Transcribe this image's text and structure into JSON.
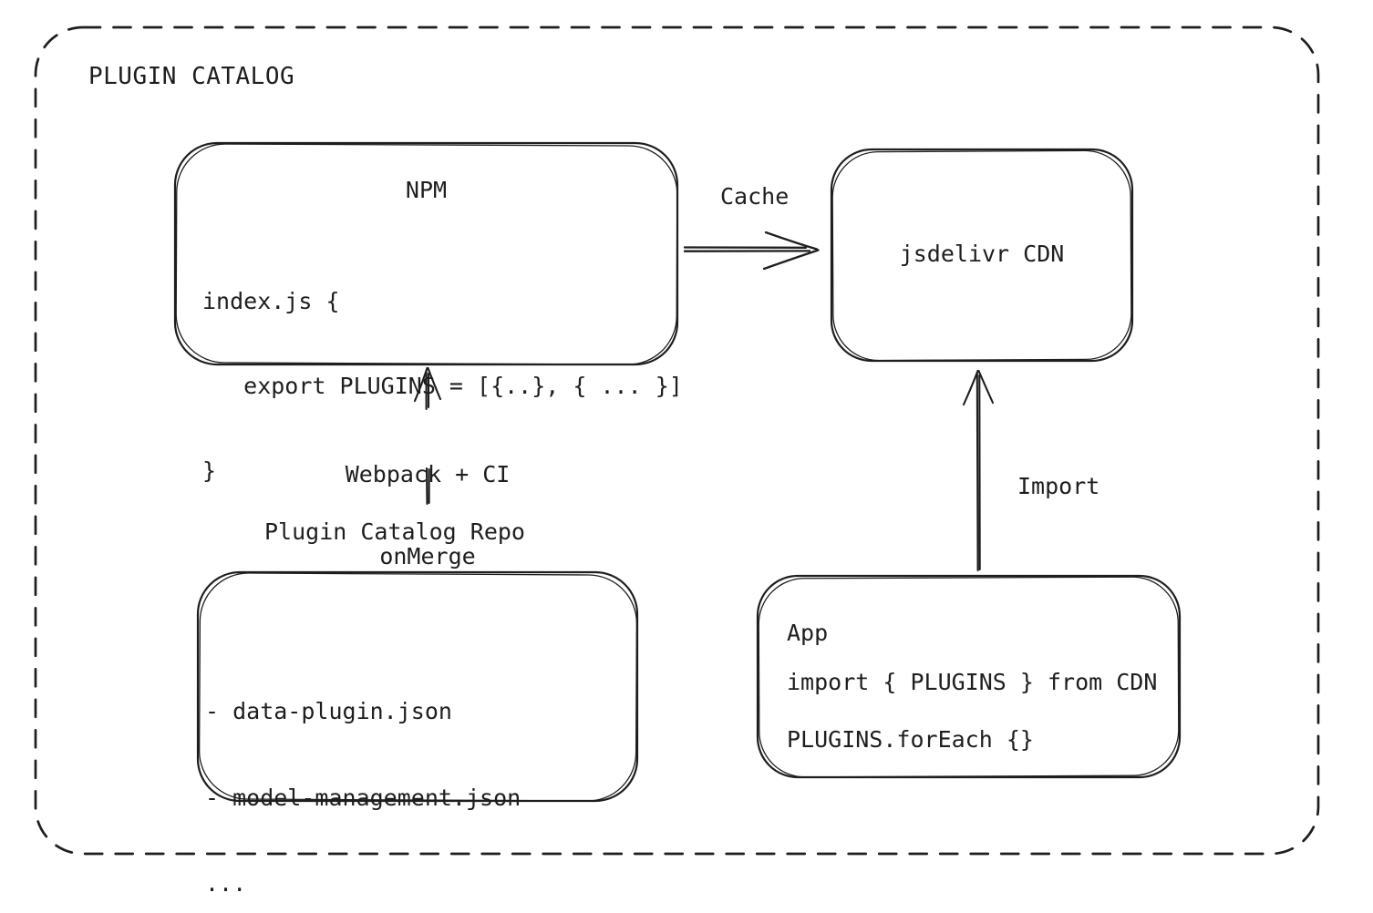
{
  "canvas": {
    "background": "#ffffff",
    "stroke_color": "#1e1e1e"
  },
  "frame": {
    "title": "PLUGIN CATALOG"
  },
  "nodes": {
    "npm": {
      "title": "NPM",
      "code_line1": "index.js {",
      "code_line2": "   export PLUGINS = [{..}, { ... }]",
      "code_line3": "}"
    },
    "cdn": {
      "label": "jsdelivr CDN"
    },
    "repo": {
      "title": "Plugin Catalog Repo",
      "item1": "- data-plugin.json",
      "item2": "- model-management.json",
      "item3": "..."
    },
    "app": {
      "title": "App",
      "code_line1": "import { PLUGINS } from CDN",
      "code_line2": "PLUGINS.forEach {}"
    }
  },
  "edges": {
    "cache": {
      "label": "Cache",
      "connects": "NPM -> jsdelivr CDN"
    },
    "build": {
      "label_line1": "Webpack + CI",
      "label_line2": "onMerge",
      "connects": "Plugin Catalog Repo -> NPM"
    },
    "import": {
      "label": "Import",
      "connects": "App -> jsdelivr CDN"
    }
  }
}
